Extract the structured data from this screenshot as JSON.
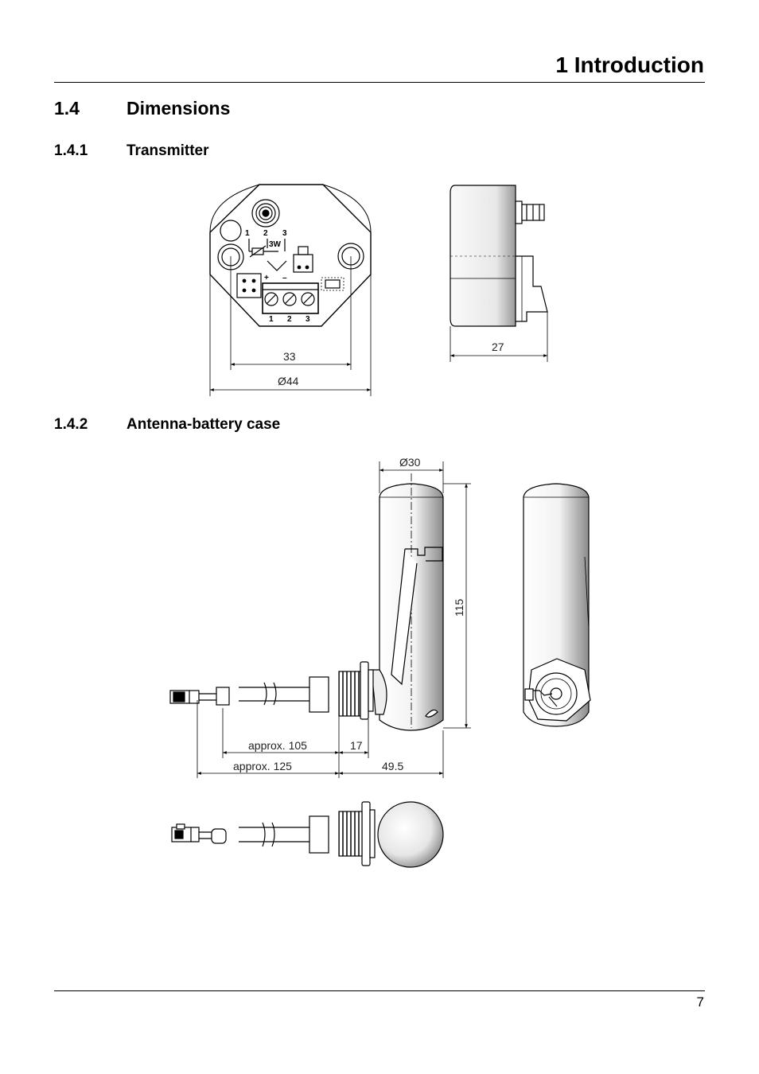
{
  "header": {
    "chapter_title": "1 Introduction"
  },
  "section": {
    "number": "1.4",
    "title": "Dimensions"
  },
  "subsections": [
    {
      "number": "1.4.1",
      "title": "Transmitter"
    },
    {
      "number": "1.4.2",
      "title": "Antenna-battery case"
    }
  ],
  "transmitter_drawing": {
    "dim_width_inner": "33",
    "dim_diameter": "Ø44",
    "dim_depth": "27",
    "terminal_labels_top": [
      "1",
      "2",
      "3"
    ],
    "terminal_labels_bottom": [
      "1",
      "2",
      "3"
    ],
    "label_3w": "3W",
    "plus": "+",
    "minus": "–"
  },
  "antenna_drawing": {
    "dim_diameter": "Ø30",
    "dim_height": "115",
    "dim_cable_short": "approx. 105",
    "dim_thread": "17",
    "dim_cable_long": "approx. 125",
    "dim_body": "49.5"
  },
  "footer": {
    "page_number": "7"
  }
}
